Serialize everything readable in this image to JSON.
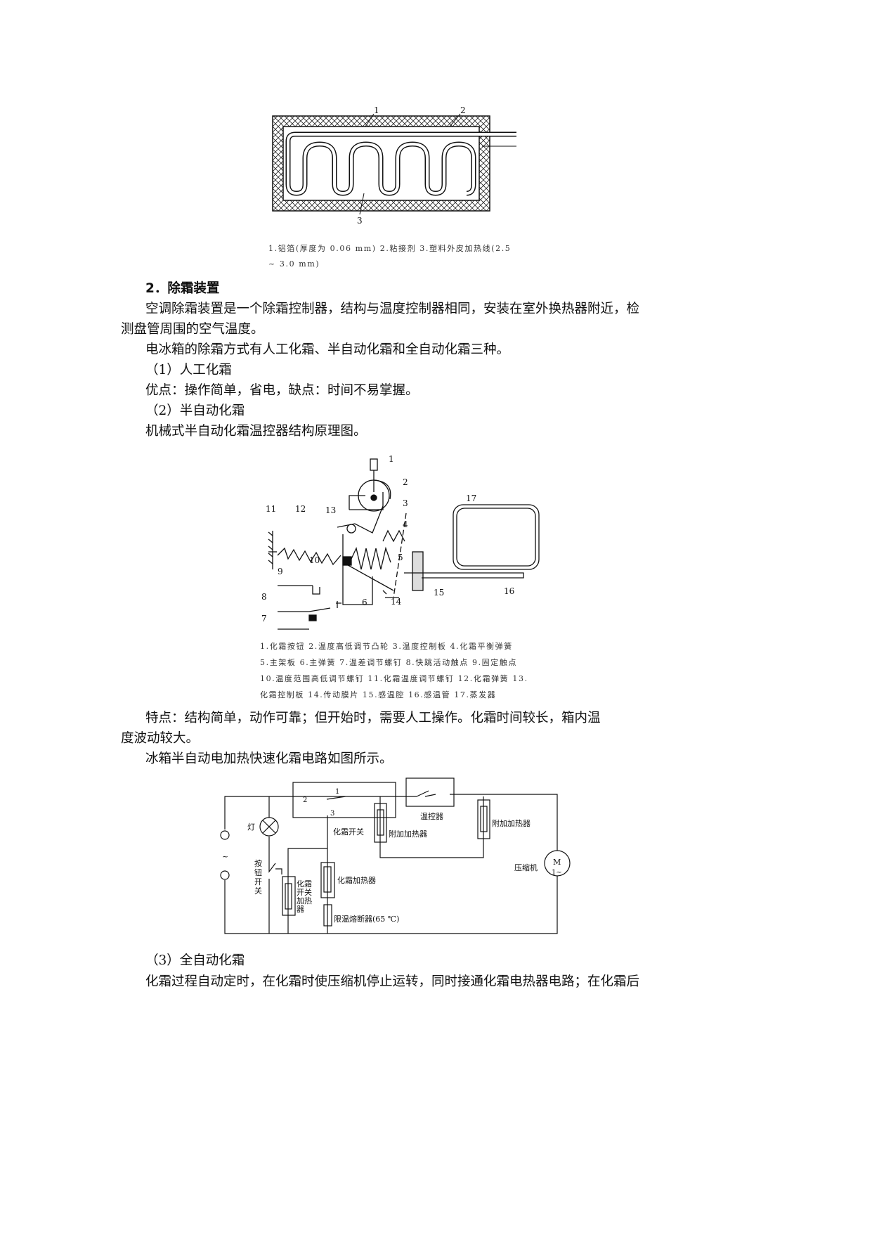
{
  "figure1": {
    "labels": [
      "1",
      "2",
      "3"
    ],
    "caption_line1": "1.铝箔(厚度为 0.06 mm) 2.粘接剂 3.塑料外皮加热线(2.5",
    "caption_line2": "~ 3.0 mm)"
  },
  "section_heading": "2．除霜装置",
  "paragraphs": {
    "p1_line1": "空调除霜装置是一个除霜控制器，结构与温度控制器相同，安装在室外换热器附近，检",
    "p1_line2": "测盘管周围的空气温度。",
    "p2": "电冰箱的除霜方式有人工化霜、半自动化霜和全自动化霜三种。",
    "sub1": "（1）人工化霜",
    "p3": "优点：操作简单，省电，缺点：时间不易掌握。",
    "sub2": "（2）半自动化霜",
    "p4": "机械式半自动化霜温控器结构原理图。",
    "p5_line1": "特点：结构简单，动作可靠；但开始时，需要人工操作。化霜时间较长，箱内温",
    "p5_line2": "度波动较大。",
    "p6": "冰箱半自动电加热快速化霜电路如图所示。",
    "sub3": "（3）全自动化霜",
    "p7": "化霜过程自动定时，在化霜时使压缩机停止运转，同时接通化霜电热器电路；在化霜后"
  },
  "figure2": {
    "labels": [
      "1",
      "2",
      "3",
      "4",
      "5",
      "6",
      "7",
      "8",
      "9",
      "10",
      "11",
      "12",
      "13",
      "14",
      "15",
      "16",
      "17"
    ],
    "caption_lines": [
      "1.化霜按钮 2.温度高低调节凸轮 3.温度控制板 4.化霜平衡弹簧",
      "5.主架板 6.主弹簧 7.温差调节螺钉 8.快跳活动触点 9.固定触点",
      "10.温度范围高低调节螺钉 11.化霜温度调节螺钉 12.化霜弹簧 13.",
      "化霜控制板 14.传动膜片 15.感温腔 16.感温管 17.蒸发器"
    ]
  },
  "figure3": {
    "lamp": "灯",
    "button_switch": "按钮开关",
    "tilde": "~",
    "switch_1": "1",
    "switch_2": "2",
    "switch_3": "3",
    "defrost_switch": "化霜开关",
    "thermostat": "温控器",
    "extra_heater_left": "附加加热器",
    "extra_heater_right": "附加加热器",
    "defrost_switch_heater": "化霜开关加热器",
    "defrost_heater": "化霜加热器",
    "fuse": "限温熔断器(65 ℃)",
    "compressor": "压缩机",
    "motor_M": "M",
    "motor_phase": "1~"
  }
}
